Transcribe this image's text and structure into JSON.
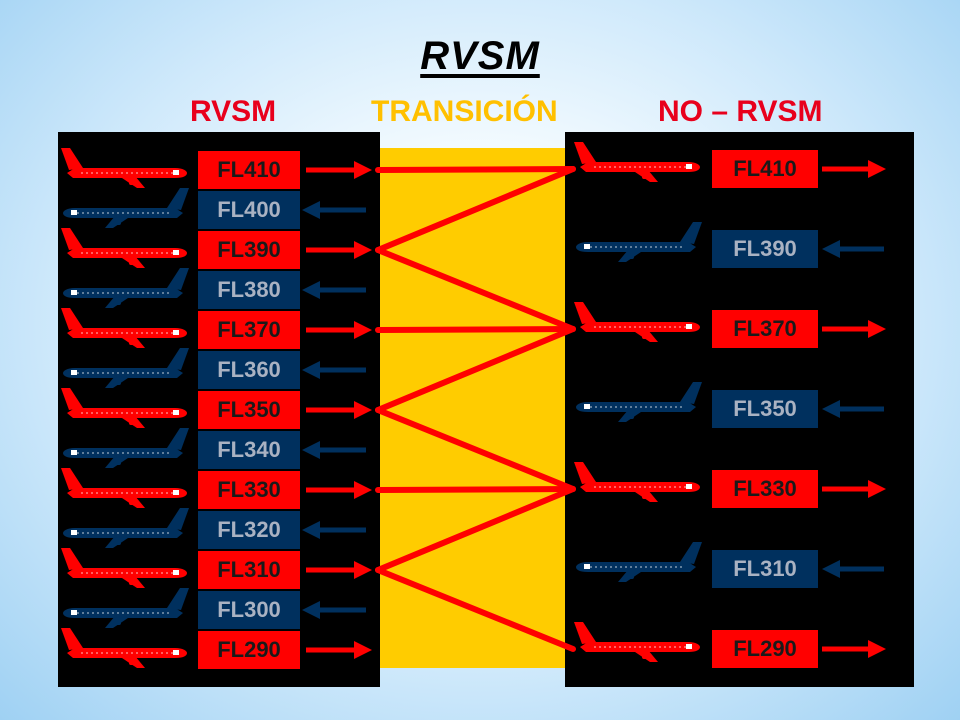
{
  "title": "RVSM",
  "headers": {
    "rvsm": "RVSM",
    "transition": "TRANSICIÓN",
    "non_rvsm": "NO – RVSM"
  },
  "colors": {
    "rvsm_header": "#e8001c",
    "transition_header": "#ffc000",
    "non_rvsm_header": "#e8001c",
    "eastbound": "#ff0000",
    "westbound": "#00305e",
    "transition_band": "#ffcc00",
    "panel": "#000000"
  },
  "icons": {
    "aircraft": "airliner-icon",
    "direction": "direction-arrow-icon"
  },
  "rvsm_levels": [
    {
      "label": "FL410",
      "dir": "east"
    },
    {
      "label": "FL400",
      "dir": "west"
    },
    {
      "label": "FL390",
      "dir": "east"
    },
    {
      "label": "FL380",
      "dir": "west"
    },
    {
      "label": "FL370",
      "dir": "east"
    },
    {
      "label": "FL360",
      "dir": "west"
    },
    {
      "label": "FL350",
      "dir": "east"
    },
    {
      "label": "FL340",
      "dir": "west"
    },
    {
      "label": "FL330",
      "dir": "east"
    },
    {
      "label": "FL320",
      "dir": "west"
    },
    {
      "label": "FL310",
      "dir": "east"
    },
    {
      "label": "FL300",
      "dir": "west"
    },
    {
      "label": "FL290",
      "dir": "east"
    }
  ],
  "non_rvsm_levels": [
    {
      "label": "FL410",
      "dir": "east"
    },
    {
      "label": "FL390",
      "dir": "west"
    },
    {
      "label": "FL370",
      "dir": "east"
    },
    {
      "label": "FL350",
      "dir": "west"
    },
    {
      "label": "FL330",
      "dir": "east"
    },
    {
      "label": "FL310",
      "dir": "west"
    },
    {
      "label": "FL290",
      "dir": "east"
    }
  ],
  "transition_links": [
    [
      "FL410",
      "FL410"
    ],
    [
      "FL390",
      "FL410"
    ],
    [
      "FL390",
      "FL370"
    ],
    [
      "FL370",
      "FL370"
    ],
    [
      "FL350",
      "FL370"
    ],
    [
      "FL350",
      "FL330"
    ],
    [
      "FL330",
      "FL330"
    ],
    [
      "FL310",
      "FL330"
    ],
    [
      "FL310",
      "FL290"
    ]
  ]
}
